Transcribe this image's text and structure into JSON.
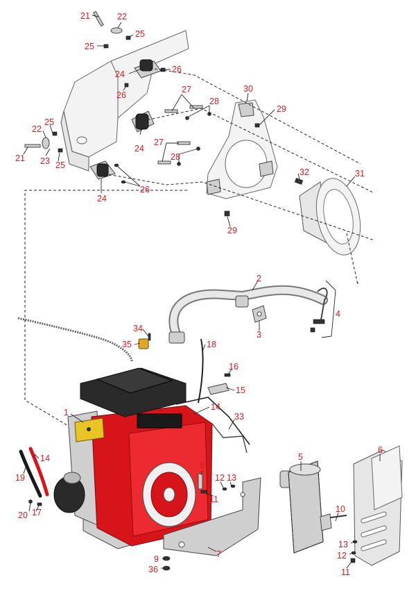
{
  "callouts": [
    {
      "id": "c21a",
      "text": "21"
    },
    {
      "id": "c22a",
      "text": "22"
    },
    {
      "id": "c25a",
      "text": "25"
    },
    {
      "id": "c25b",
      "text": "25"
    },
    {
      "id": "c24a",
      "text": "24"
    },
    {
      "id": "c26a",
      "text": "26"
    },
    {
      "id": "c26b",
      "text": "26"
    },
    {
      "id": "c24b",
      "text": "24"
    },
    {
      "id": "c30",
      "text": "30"
    },
    {
      "id": "c27a",
      "text": "27"
    },
    {
      "id": "c28a",
      "text": "28"
    },
    {
      "id": "c29a",
      "text": "29"
    },
    {
      "id": "c25c",
      "text": "25"
    },
    {
      "id": "c22b",
      "text": "22"
    },
    {
      "id": "c21b",
      "text": "21"
    },
    {
      "id": "c23",
      "text": "23"
    },
    {
      "id": "c25d",
      "text": "25"
    },
    {
      "id": "c27b",
      "text": "27"
    },
    {
      "id": "c28b",
      "text": "28"
    },
    {
      "id": "c26c",
      "text": "26"
    },
    {
      "id": "c24c",
      "text": "24"
    },
    {
      "id": "c32",
      "text": "32"
    },
    {
      "id": "c31",
      "text": "31"
    },
    {
      "id": "c29b",
      "text": "29"
    },
    {
      "id": "c2",
      "text": "2"
    },
    {
      "id": "c4",
      "text": "4"
    },
    {
      "id": "c3",
      "text": "3"
    },
    {
      "id": "c34",
      "text": "34"
    },
    {
      "id": "c35",
      "text": "35"
    },
    {
      "id": "c18",
      "text": "18"
    },
    {
      "id": "c16",
      "text": "16"
    },
    {
      "id": "c15",
      "text": "15"
    },
    {
      "id": "c14a",
      "text": "14"
    },
    {
      "id": "c33",
      "text": "33"
    },
    {
      "id": "c1",
      "text": "1"
    },
    {
      "id": "c14b",
      "text": "14"
    },
    {
      "id": "c19",
      "text": "19"
    },
    {
      "id": "c20",
      "text": "20"
    },
    {
      "id": "c17",
      "text": "17"
    },
    {
      "id": "c8",
      "text": "8"
    },
    {
      "id": "c12a",
      "text": "12"
    },
    {
      "id": "c13a",
      "text": "13"
    },
    {
      "id": "c11a",
      "text": "11"
    },
    {
      "id": "c5",
      "text": "5"
    },
    {
      "id": "c6",
      "text": "6"
    },
    {
      "id": "c10",
      "text": "10"
    },
    {
      "id": "c13b",
      "text": "13"
    },
    {
      "id": "c12b",
      "text": "12"
    },
    {
      "id": "c11b",
      "text": "11"
    },
    {
      "id": "c7",
      "text": "7"
    },
    {
      "id": "c9",
      "text": "9"
    },
    {
      "id": "c36",
      "text": "36"
    }
  ],
  "colors": {
    "callout": "#e0191e",
    "engine_red": "#d8141b",
    "shroud_black": "#2a2a2a",
    "line": "#222222"
  }
}
